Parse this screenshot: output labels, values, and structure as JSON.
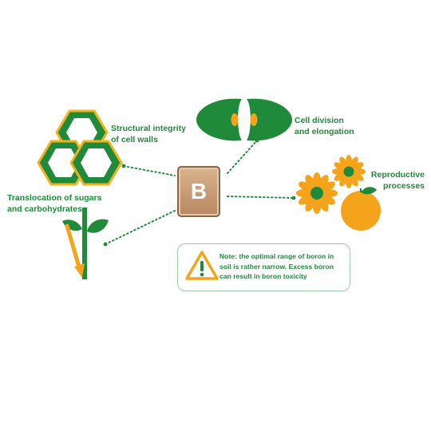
{
  "center": {
    "symbol": "B"
  },
  "labels": {
    "cell_walls": "Structural integrity\nof cell walls",
    "cell_division": "Cell division\nand elongation",
    "reproductive": "Reproductive\nprocesses",
    "translocation": "Translocation of sugars\nand carbohydrates"
  },
  "note": {
    "text": "Note: the optimal range of boron in soil is rather narrow. Excess boron can result in boron toxicity"
  },
  "colors": {
    "green": "#1f8a3a",
    "orange": "#f5a31a",
    "tile": "#c49873"
  },
  "icons": [
    "hexagon-cells-icon",
    "dividing-cell-icon",
    "flower-fruit-icon",
    "plant-stem-icon",
    "warning-icon"
  ]
}
